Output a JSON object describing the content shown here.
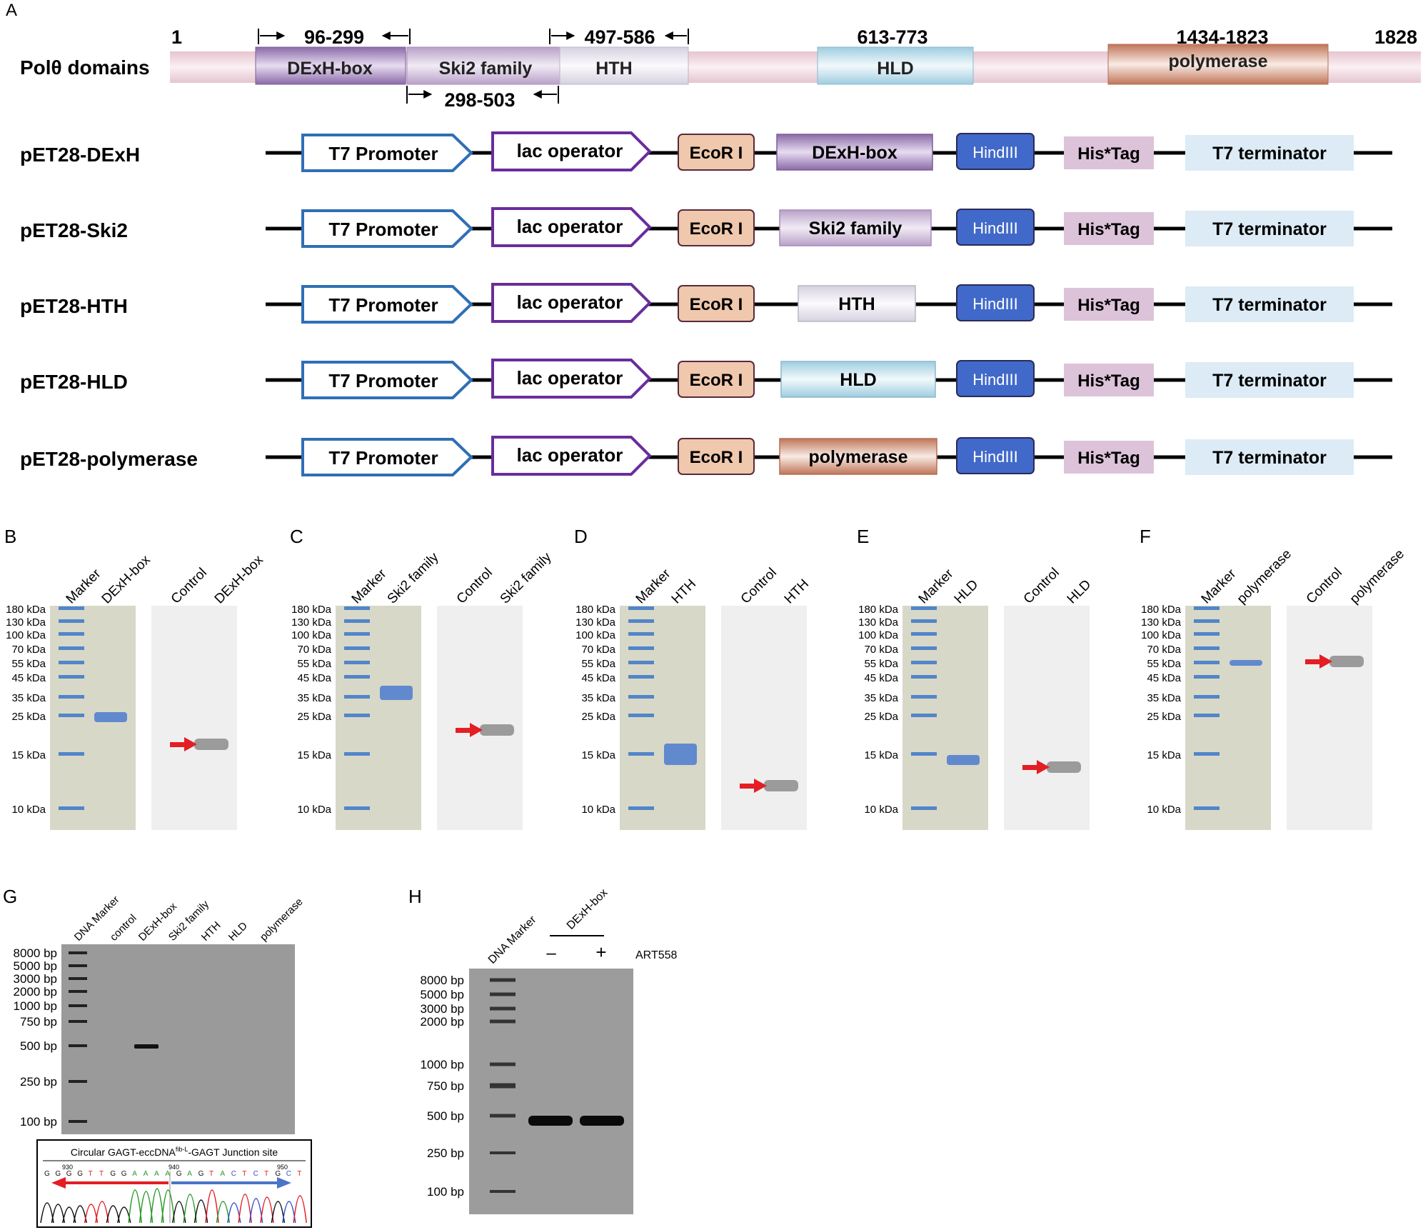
{
  "panel_labels": {
    "A": "A",
    "B": "B",
    "C": "C",
    "D": "D",
    "E": "E",
    "F": "F",
    "G": "G",
    "H": "H"
  },
  "polq": {
    "row_label": "Polθ domains",
    "start": "1",
    "end": "1828",
    "domains": {
      "dexh": {
        "label": "DExH-box",
        "range": "96-299",
        "color": "#9e86b8"
      },
      "ski2": {
        "label": "Ski2 family",
        "range": "298-503",
        "color": "#c9b5d4"
      },
      "hth": {
        "label": "HTH",
        "range": "497-586",
        "color": "#e8e4ee"
      },
      "hld": {
        "label": "HLD",
        "range": "613-773",
        "color": "#b8dbe8"
      },
      "pol": {
        "label": "polymerase",
        "range": "1434-1823",
        "color": "#c9866a"
      }
    },
    "backbone_color": "#f1dde4"
  },
  "constructs": {
    "common": {
      "t7_promoter": "T7 Promoter",
      "lac_operator": "lac operator",
      "ecori": "EcoR I",
      "hindiii": "HindIII",
      "histag": "His*Tag",
      "t7_terminator": "T7 terminator"
    },
    "rows": [
      {
        "name": "pET28-DExH",
        "insert": "DExH-box"
      },
      {
        "name": "pET28-Ski2",
        "insert": "Ski2 family"
      },
      {
        "name": "pET28-HTH",
        "insert": "HTH"
      },
      {
        "name": "pET28-HLD",
        "insert": "HLD"
      },
      {
        "name": "pET28-polymerase",
        "insert": "polymerase"
      }
    ],
    "colors": {
      "promoter": "#2f6fb5",
      "operator": "#6a2d9c",
      "ecori": "#efc8ad",
      "hindiii": "#4169c9",
      "histag": "#dcc3d9",
      "terminator": "#dcebf5"
    }
  },
  "gels": {
    "kda_markers": [
      "180 kDa",
      "130 kDa",
      "100 kDa",
      "70 kDa",
      "55 kDa",
      "45 kDa",
      "35 kDa",
      "25 kDa",
      "15 kDa",
      "10 kDa"
    ],
    "marker_lane": "Marker",
    "control_lane": "Control",
    "panels": [
      {
        "id": "B",
        "lane": "DExH-box"
      },
      {
        "id": "C",
        "lane": "Ski2 family"
      },
      {
        "id": "D",
        "lane": "HTH"
      },
      {
        "id": "E",
        "lane": "HLD"
      },
      {
        "id": "F",
        "lane": "polymerase"
      }
    ]
  },
  "panel_g": {
    "lanes": [
      "DNA Marker",
      "control",
      "DExH-box",
      "Ski2 family",
      "HTH",
      "HLD",
      "polymerase"
    ],
    "bp_markers": [
      "8000 bp",
      "5000 bp",
      "3000 bp",
      "2000 bp",
      "1000 bp",
      "750 bp",
      "500 bp",
      "250 bp",
      "100 bp"
    ],
    "chromatogram": {
      "title": "Circular GAGT-eccDNA",
      "title_sup": "fib-L",
      "title_suffix": "-GAGT Junction site",
      "positions": [
        "930",
        "940",
        "950"
      ],
      "sequence": [
        "G",
        "G",
        "G",
        "G",
        "T",
        "T",
        "G",
        "G",
        "A",
        "A",
        "A",
        "A",
        "G",
        "A",
        "G",
        "T",
        "A",
        "C",
        "T",
        "C",
        "T",
        "G",
        "C",
        "T"
      ]
    }
  },
  "panel_h": {
    "lane_marker": "DNA Marker",
    "group": "DExH-box",
    "minus": "–",
    "plus": "+",
    "treatment": "ART558",
    "bp_markers": [
      "8000 bp",
      "5000 bp",
      "3000 bp",
      "2000 bp",
      "1000 bp",
      "750 bp",
      "500 bp",
      "250 bp",
      "100 bp"
    ]
  }
}
